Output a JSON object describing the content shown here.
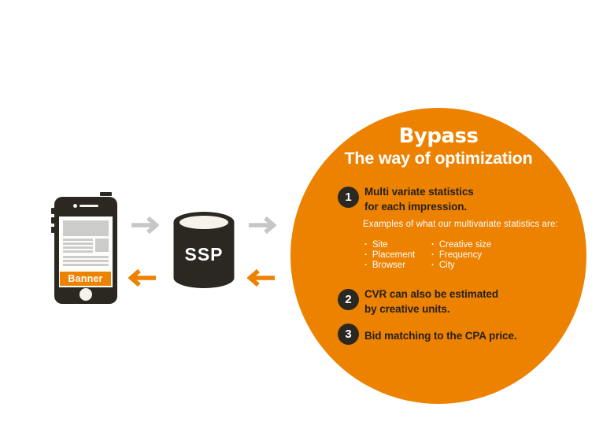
{
  "colors": {
    "orange": "#ED8100",
    "dark": "#2B2822",
    "arrow_gray": "#C7C7C7",
    "text_dark": "#25221B",
    "cream": "#F6F4EA",
    "screen_gray": "#CCCCCA"
  },
  "phone": {
    "banner_label": "Banner"
  },
  "ssp": {
    "label": "SSP"
  },
  "bubble": {
    "logo": "Bypass",
    "title": "The way of optimization",
    "points": [
      {
        "number": "1",
        "line1": "Multi variate statistics",
        "line2": "for each impression."
      },
      {
        "number": "2",
        "line1": "CVR can also be estimated",
        "line2": "by creative units."
      },
      {
        "number": "3",
        "line1": "Bid matching to the CPA price.",
        "line2": ""
      }
    ],
    "examples": {
      "intro": "Examples of what our multivariate statistics are:",
      "col1": [
        "Site",
        "Placement",
        "Browser"
      ],
      "col2": [
        "Creative size",
        "Frequency",
        "City"
      ]
    }
  }
}
